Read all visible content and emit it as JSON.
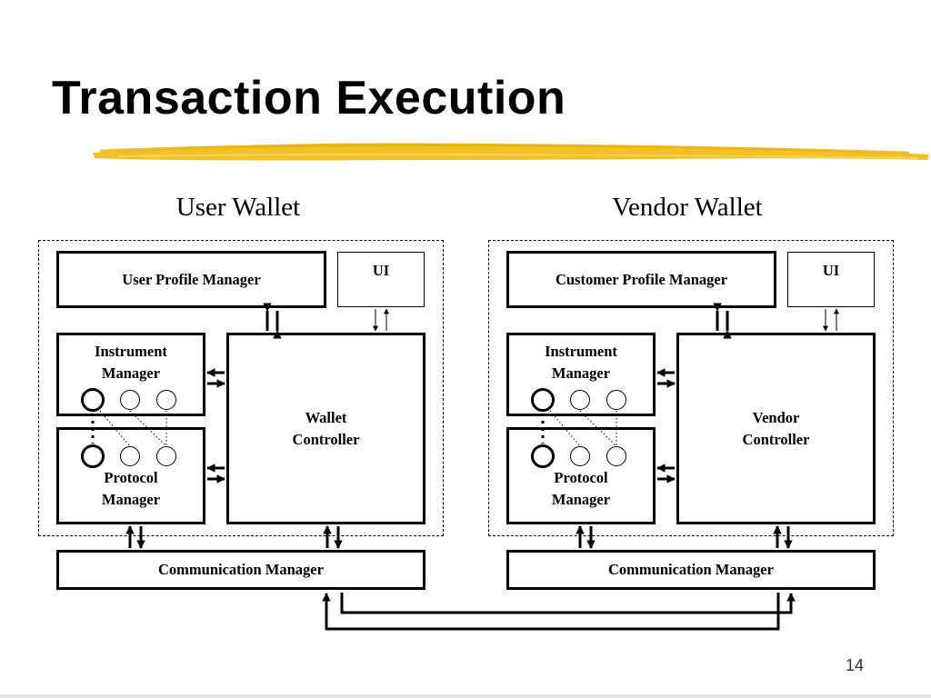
{
  "slide": {
    "title": "Transaction Execution",
    "page_number": "14"
  },
  "colors": {
    "underline": "#f2c224",
    "line": "#000000"
  },
  "user_wallet": {
    "heading": "User Wallet",
    "profile_manager": "User Profile Manager",
    "ui": "UI",
    "instrument_manager": [
      "Instrument",
      "Manager"
    ],
    "protocol_manager": [
      "Protocol",
      "Manager"
    ],
    "controller": [
      "Wallet",
      "Controller"
    ],
    "communication_manager": "Communication Manager"
  },
  "vendor_wallet": {
    "heading": "Vendor Wallet",
    "profile_manager": "Customer Profile Manager",
    "ui": "UI",
    "instrument_manager": [
      "Instrument",
      "Manager"
    ],
    "protocol_manager": [
      "Protocol",
      "Manager"
    ],
    "controller": [
      "Vendor",
      "Controller"
    ],
    "communication_manager": "Communication Manager"
  }
}
